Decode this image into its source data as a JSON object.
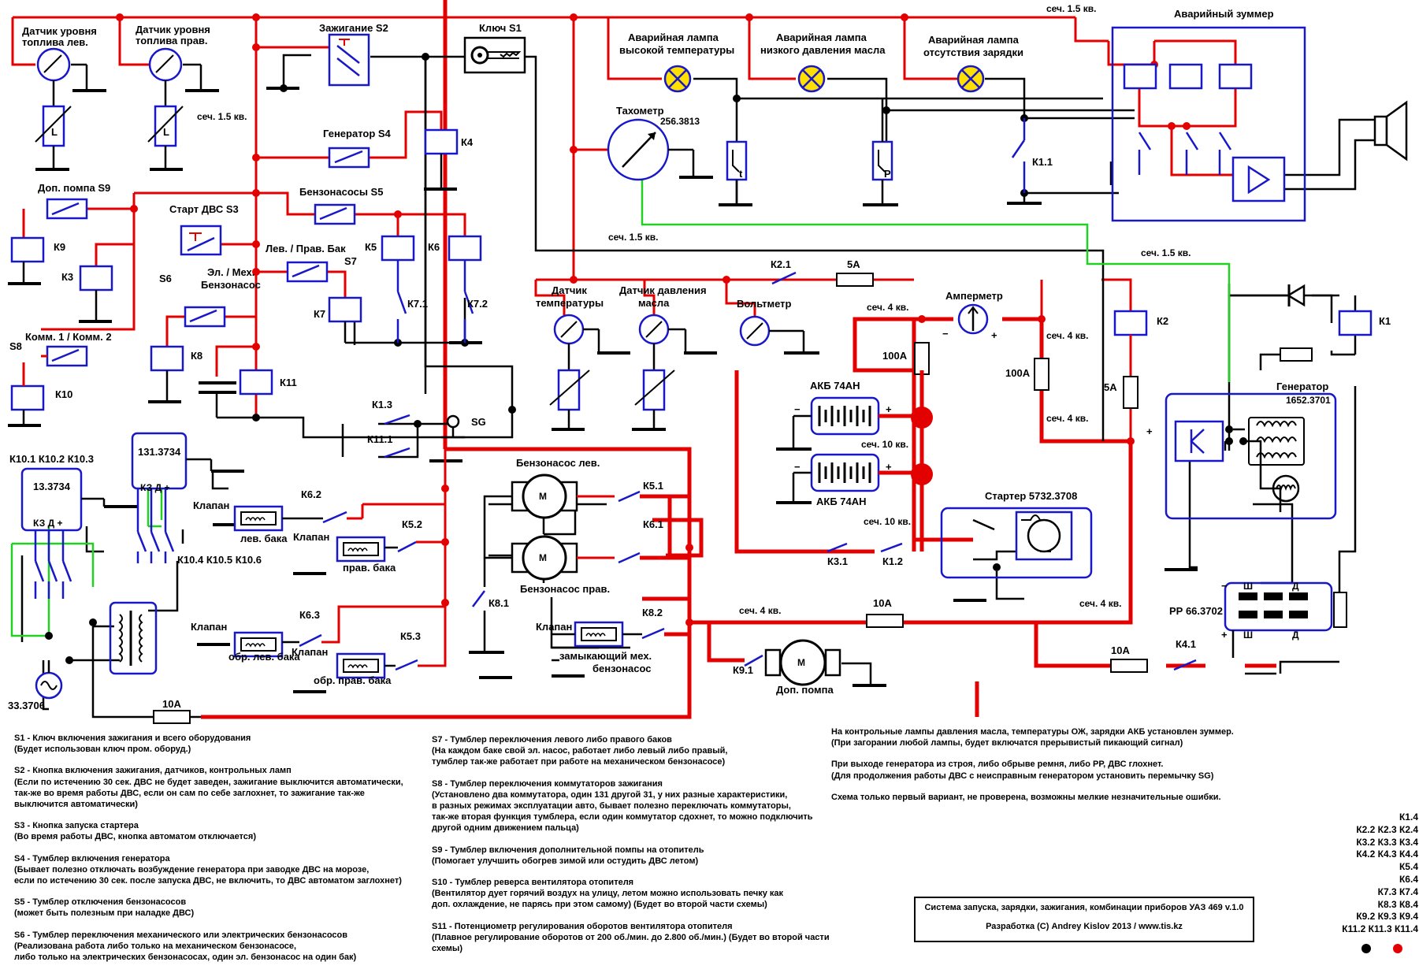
{
  "labels": {
    "fuel_left": [
      "Датчик уровня",
      "топлива  лев."
    ],
    "fuel_right": [
      "Датчик уровня",
      "топлива  прав."
    ],
    "ignition": "Зажигание S2",
    "key": "Ключ  S1",
    "lamp_high_temp": [
      "Аварийная лампа",
      "высокой температуры"
    ],
    "lamp_low_oil": [
      "Аварийная лампа",
      "низкого давления масла"
    ],
    "lamp_no_charge": [
      "Аварийная лампа",
      "отсутствия зарядки"
    ],
    "buzzer": "Аварийный зуммер",
    "sec_15": "сеч. 1.5 кв.",
    "sec_4": "сеч. 4 кв.",
    "sec_10": "сеч. 10 кв.",
    "generator_s4": "Генератор  S4",
    "k4": "К4",
    "pump_s9": "Доп. помпа  S9",
    "start_s3": "Старт ДВС  S3",
    "fuel_pumps_s5": "Бензонасосы  S5",
    "lev_prav": "Лев. / Прав. Бак",
    "s7": "S7",
    "s6": "S6",
    "el_meh": [
      "Эл. / Мех.",
      "Бензонасос"
    ],
    "s8": "S8",
    "komm": "Комм. 1 / Комм. 2",
    "k9": "К9",
    "k3": "К3",
    "k5": "К5",
    "k6": "К6",
    "k7": "К7",
    "k71": "К7.1",
    "k72": "К7.2",
    "k8": "К8",
    "k10": "К10",
    "k11": "К11",
    "k13": "К1.3",
    "k111": "К11.1",
    "sg": "SG",
    "tacho": "Тахометр",
    "tacho_num": "256.3813",
    "t": "t",
    "p": "P",
    "l": "L",
    "k11_contact": "К1.1",
    "temp_sensor": [
      "Датчик",
      "температуры"
    ],
    "oil_sensor": [
      "Датчик давления",
      "масла"
    ],
    "voltmeter": "Вольтметр",
    "k21": "К2.1",
    "f5a": "5А",
    "f10a": "10А",
    "f100a": "100А",
    "ammeter": "Амперметр",
    "minus": "−",
    "plus": "+",
    "akb": "АКБ 74АН",
    "starter": "Стартер   5732.3708",
    "k31": "К3.1",
    "k12": "К1.2",
    "k2": "К2",
    "k1": "К1",
    "generator": "Генератор",
    "generator_num": "1652.3701",
    "rr": "РР 66.3702",
    "sh": "Ш",
    "d": "Д",
    "k41": "К4.1",
    "k101_103": "К10.1  К10.2  К10.3",
    "c13": "13.3734",
    "c131": "131.3734",
    "kz_d_plus": "КЗ  Д  +",
    "k104_106": "К10.4  К10.5  К10.6",
    "c337": "33.3706",
    "valve_left": [
      "Клапан",
      "лев. бака"
    ],
    "valve_right": [
      "Клапан",
      "прав. бака"
    ],
    "valve_rev_left": [
      "Клапан",
      "обр. лев. бака"
    ],
    "valve_rev_right": [
      "Клапан",
      "обр. прав. бака"
    ],
    "valve_mech": [
      "Клапан",
      "замыкающий мех.",
      "бензонасос"
    ],
    "k62": "К6.2",
    "k52": "К5.2",
    "k63": "К6.3",
    "k53": "К5.3",
    "pump_left": "Бензонасос лев.",
    "pump_right": "Бензонасос прав.",
    "k51": "К5.1",
    "k61": "К6.1",
    "k81": "К8.1",
    "k82": "К8.2",
    "k91": "К9.1",
    "aux_pump": "Доп. помпа",
    "m": "M",
    "sec_15_a": "сеч. 1.5 кв."
  },
  "notes_left": [
    {
      "h": "S1 - Ключ включения зажигания и всего оборудования",
      "b": [
        "(Будет использован ключ пром. оборуд.)"
      ]
    },
    {
      "h": "S2 - Кнопка включения зажигания, датчиков, контрольных ламп",
      "b": [
        "(Если по истечению 30 сек. ДВС не будет заведен, зажигание выключится автоматически,",
        "так-же во время работы ДВС, если он сам по себе заглохнет, то зажигание так-же",
        "выключится автоматически)"
      ]
    },
    {
      "h": "S3 - Кнопка запуска стартера",
      "b": [
        "(Во время работы ДВС, кнопка автоматом отключается)"
      ]
    },
    {
      "h": "S4 - Тумблер включения генератора",
      "b": [
        "(Бывает полезно отключать возбуждение генератора при заводке ДВС на морозе,",
        "если по истечению 30 сек. после запуска ДВС, не включить, то ДВС автоматом заглохнет)"
      ]
    },
    {
      "h": "S5 - Тумблер отключения бензонасосов",
      "b": [
        "(может быть полезным при наладке ДВС)"
      ]
    },
    {
      "h": "S6 - Тумблер переключения механического или электрических бензонасосов",
      "b": [
        "(Реализована работа либо только на механическом бензонасосе,",
        "либо только на электрических бензонасосах, один эл. бензонасос на один бак)"
      ]
    }
  ],
  "notes_mid": [
    {
      "h": "S7 - Тумблер переключения левого либо правого баков",
      "b": [
        "(На каждом баке свой эл. насос, работает либо левый либо правый,",
        "тумблер так-же работает при работе на механическом бензонасосе)"
      ]
    },
    {
      "h": "S8 - Тумблер переключения коммутаторов зажигания",
      "b": [
        "(Установлено два коммутатора, один 131 другой 31, у них разные характеристики,",
        "в разных режимах эксплуатации авто, бывает полезно переключать коммутаторы,",
        "так-же вторая функция тумблера, если один коммутатор сдохнет, то можно подключить",
        "другой одним движением пальца)"
      ]
    },
    {
      "h": "S9 - Тумблер включения дополнительной помпы на отопитель",
      "b": [
        "(Помогает улучшить обогрев зимой или остудить ДВС летом)"
      ]
    },
    {
      "h": "S10 - Тумблер реверса вентилятора отопителя",
      "b": [
        "(Вентилятор дует горячий воздух на улицу, летом можно использовать печку как",
        "доп. охлаждение, не парясь при этом самому) (Будет во второй части схемы)"
      ]
    },
    {
      "h": "S11 - Потенциометр регулирования оборотов вентилятора отопителя",
      "b": [
        "(Плавное регулирование оборотов от 200 об./мин. до 2.800 об./мин.) (Будет во второй части схемы)"
      ]
    }
  ],
  "notes_right": [
    {
      "h": "На контрольные лампы давления масла, температуры ОЖ, зарядки АКБ установлен зуммер.",
      "b": [
        "(При загорании любой лампы, будет включатся прерывистый пикающий сигнал)"
      ]
    },
    {
      "h": "При выходе генератора из строя, либо обрыве ремня, либо РР, ДВС глохнет.",
      "b": [
        "(Для продолжения работы ДВС с неисправным генератором установить перемычку SG)"
      ]
    },
    {
      "h": "Схема только первый вариант, не проверена, возможны мелкие незначительные ошибки.",
      "b": []
    }
  ],
  "title_box": {
    "line1": "Система запуска, зарядки, зажигания, комбинации приборов УАЗ 469  v.1.0",
    "line2": "Разработка (C) Andrey Kislov 2013  /  www.tis.kz"
  },
  "relay_list": [
    "К1.4",
    "К2.2   К2.3   К2.4",
    "К3.2   К3.3   К3.4",
    "К4.2   К4.3   К4.4",
    "К5.4",
    "К6.4",
    "К7.3  К7.4",
    "К8.3  К8.4",
    "К9.2  К9.3  К9.4",
    "К11.2  К11.3  К11.4"
  ],
  "colors": {
    "power": "#e30000",
    "signal": "#000000",
    "tacho": "#22d022",
    "component": "#1818c8",
    "lamp": "#ffe000"
  }
}
